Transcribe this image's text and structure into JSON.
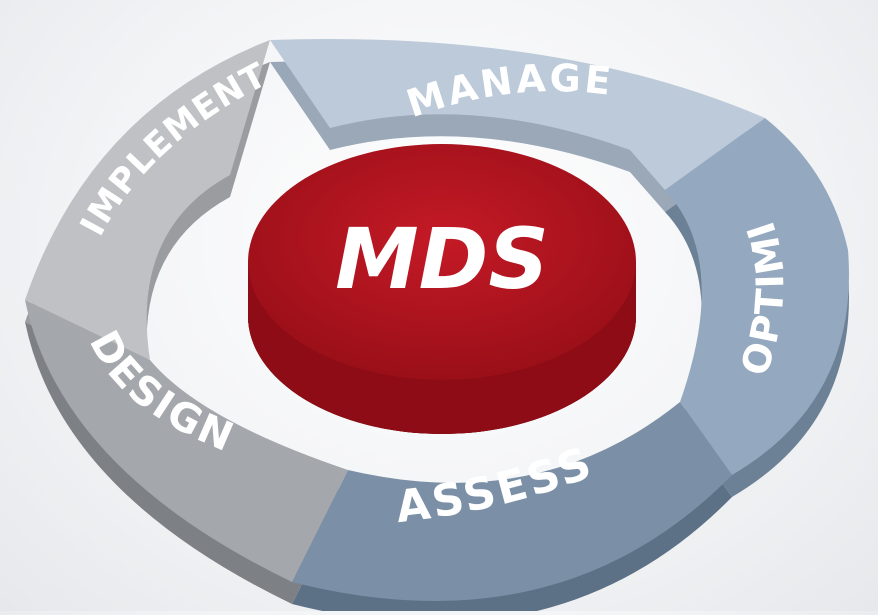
{
  "center": {
    "label": "MDS",
    "color": "#b0121d"
  },
  "segments": [
    {
      "id": "manage",
      "label": "MANAGE",
      "color": "#bccad9"
    },
    {
      "id": "optimise",
      "label": "OPTIMISE",
      "color": "#94a9bf"
    },
    {
      "id": "assess",
      "label": "ASSESS",
      "color": "#7b90a7"
    },
    {
      "id": "design",
      "label": "DESIGN",
      "color": "#a4a7ab"
    },
    {
      "id": "implement",
      "label": "IMPLEMENT",
      "color": "#bfc1c4"
    }
  ]
}
